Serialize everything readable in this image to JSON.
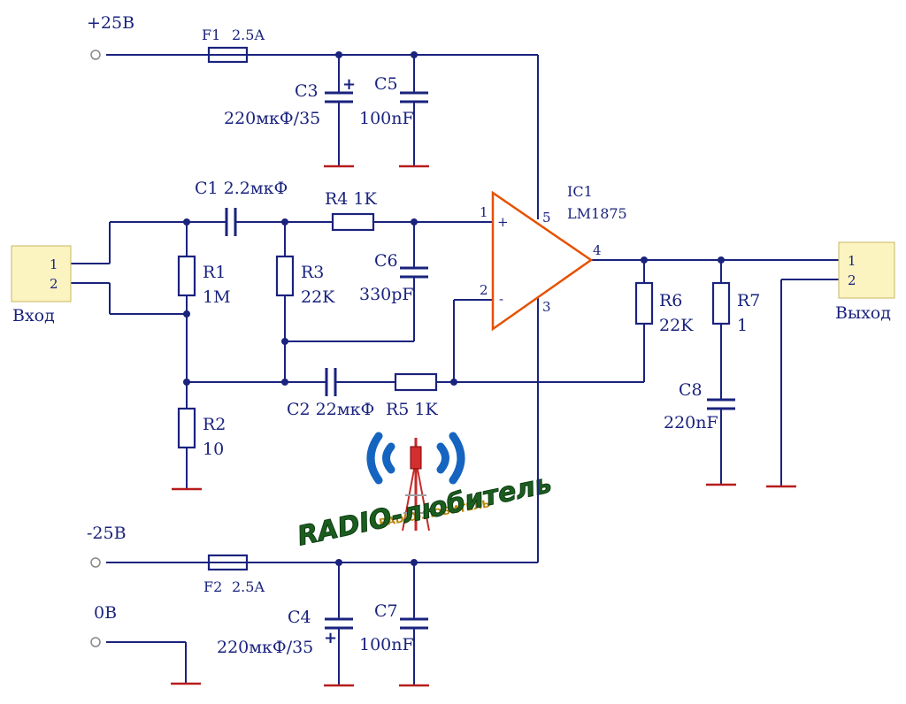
{
  "rails": {
    "pos_supply": "+25В",
    "neg_supply": "-25В",
    "zero": "0В"
  },
  "fuses": {
    "f1_name": "F1",
    "f1_value": "2.5A",
    "f2_name": "F2",
    "f2_value": "2.5A"
  },
  "capacitors": {
    "c1_label": "C1 2.2мкФ",
    "c2_label": "C2 22мкФ",
    "c3_name": "C3",
    "c3_value": "220мкФ/35",
    "c4_name": "C4",
    "c4_value": "220мкФ/35",
    "c5_name": "C5",
    "c5_value": "100nF",
    "c6_name": "C6",
    "c6_value": "330pF",
    "c7_name": "C7",
    "c7_value": "100nF",
    "c8_name": "C8",
    "c8_value": "220nF",
    "polarity_mark": "+"
  },
  "resistors": {
    "r1_name": "R1",
    "r1_value": "1M",
    "r2_name": "R2",
    "r2_value": "10",
    "r3_name": "R3",
    "r3_value": "22K",
    "r4_label": "R4 1K",
    "r5_label": "R5 1K",
    "r6_name": "R6",
    "r6_value": "22K",
    "r7_name": "R7",
    "r7_value": "1"
  },
  "ic": {
    "name": "IC1",
    "part": "LM1875",
    "pin1": "1",
    "pin2": "2",
    "pin3": "3",
    "pin4": "4",
    "pin5": "5",
    "plus_sign": "+",
    "minus_sign": "-"
  },
  "connectors": {
    "input_label": "Вход",
    "output_label": "Выход",
    "pin_1": "1",
    "pin_2": "2"
  },
  "logo": {
    "main_text": "RADIO-любитель",
    "small_text": "RADIO-ЛЮБИТЕЛЬ"
  }
}
